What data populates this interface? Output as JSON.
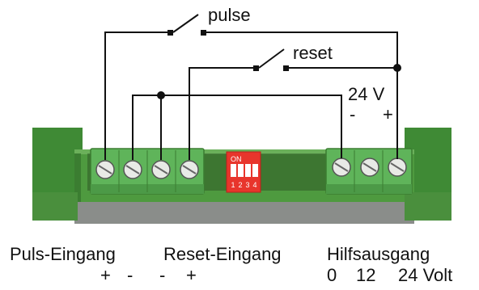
{
  "labels": {
    "pulse": "pulse",
    "reset": "reset",
    "supply_voltage": "24 V",
    "supply_minus": "-",
    "supply_plus": "+"
  },
  "captions": {
    "puls_eingang": "Puls-Eingang",
    "puls_polarity_plus": "+",
    "puls_polarity_minus": "-",
    "reset_eingang": "Reset-Eingang",
    "reset_polarity_minus": "-",
    "reset_polarity_plus": "+",
    "hilfsausgang": "Hilfsausgang",
    "hilf_0": "0",
    "hilf_12": "12",
    "hilf_24": "24 Volt"
  },
  "dip_switch": {
    "label": "ON",
    "numbers": [
      "1",
      "2",
      "3",
      "4"
    ],
    "color": "#e8352c"
  },
  "colors": {
    "housing_green": "#4e9a3f",
    "terminal_green": "#5fb45a",
    "wire": "#111111",
    "window_gray": "#8a8d8a"
  }
}
